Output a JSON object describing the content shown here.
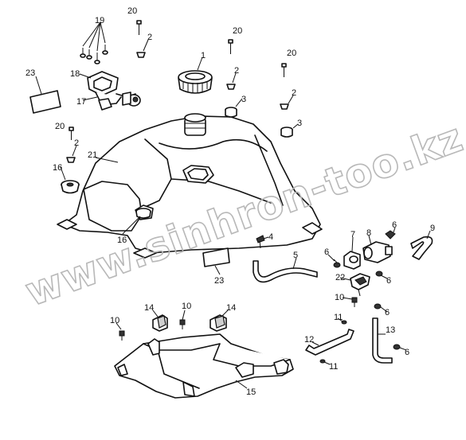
{
  "diagram": {
    "watermark": "www.sinhron-too.kz",
    "callouts": {
      "c1": "1",
      "c2a": "2",
      "c2b": "2",
      "c2c": "2",
      "c2d": "2",
      "c3a": "3",
      "c3b": "3",
      "c4": "4",
      "c5": "5",
      "c6a": "6",
      "c6b": "6",
      "c6c": "6",
      "c6d": "6",
      "c6e": "6",
      "c7": "7",
      "c8": "8",
      "c9": "9",
      "c10a": "10",
      "c10b": "10",
      "c10c": "10",
      "c11a": "11",
      "c11b": "11",
      "c12": "12",
      "c13": "13",
      "c14a": "14",
      "c14b": "14",
      "c15": "15",
      "c16a": "16",
      "c16b": "16",
      "c17": "17",
      "c18": "18",
      "c19": "19",
      "c20a": "20",
      "c20b": "20",
      "c20c": "20",
      "c20d": "20",
      "c21": "21",
      "c22": "22",
      "c23a": "23",
      "c23b": "23"
    }
  }
}
